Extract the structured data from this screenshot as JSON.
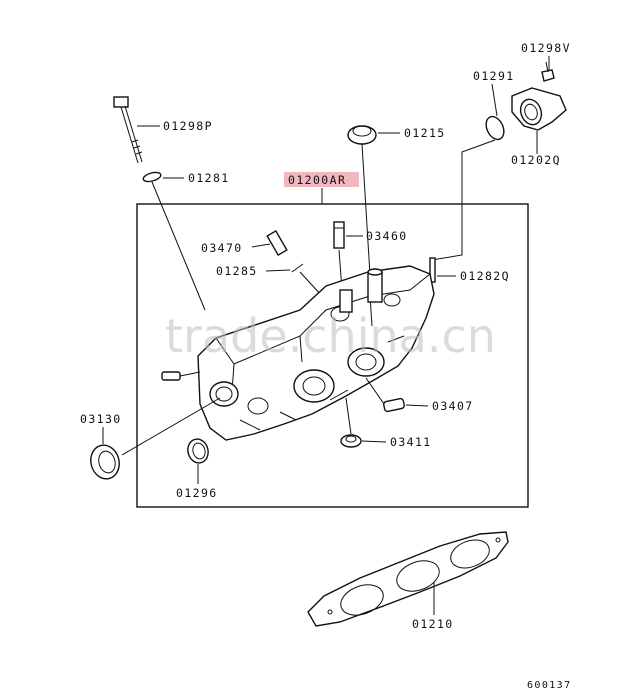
{
  "diagram": {
    "main_assembly_label": "01200AR",
    "highlight_color": "#f2b8c0",
    "watermark": "trade.china.cn",
    "figure_number": "600137",
    "parts": [
      {
        "id": "01298V",
        "name": "01298V"
      },
      {
        "id": "01291",
        "name": "01291"
      },
      {
        "id": "01298P",
        "name": "01298P"
      },
      {
        "id": "01215",
        "name": "01215"
      },
      {
        "id": "01202Q",
        "name": "01202Q"
      },
      {
        "id": "01281",
        "name": "01281"
      },
      {
        "id": "03470",
        "name": "03470"
      },
      {
        "id": "03460",
        "name": "03460"
      },
      {
        "id": "01285",
        "name": "01285"
      },
      {
        "id": "01282Q",
        "name": "01282Q"
      },
      {
        "id": "03407",
        "name": "03407"
      },
      {
        "id": "03130",
        "name": "03130"
      },
      {
        "id": "03411",
        "name": "03411"
      },
      {
        "id": "01296",
        "name": "01296"
      },
      {
        "id": "01210",
        "name": "01210"
      }
    ]
  }
}
